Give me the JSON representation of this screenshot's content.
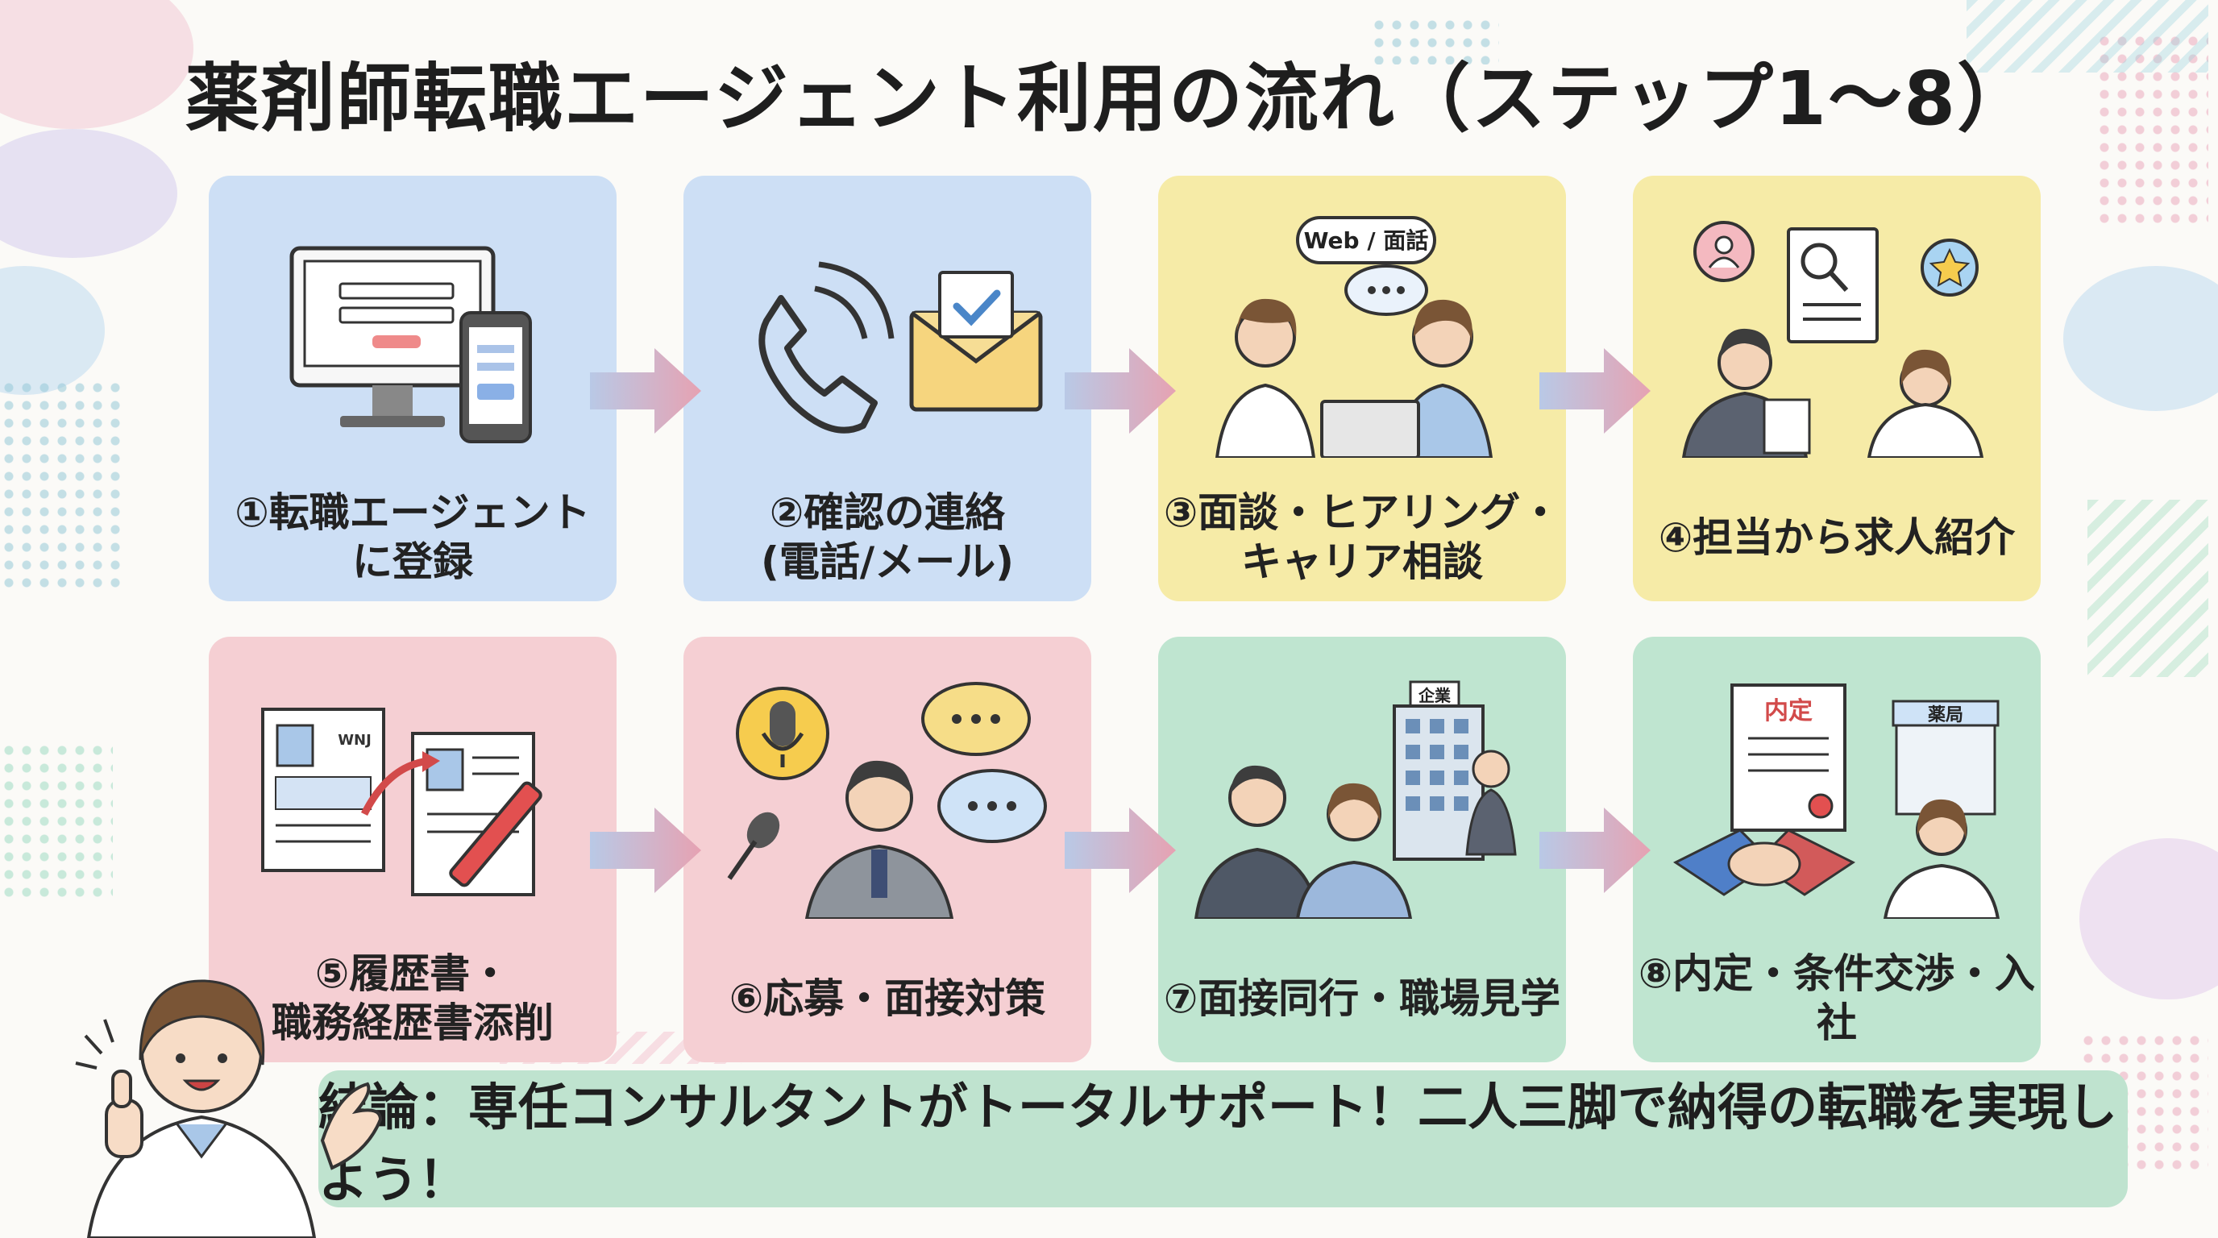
{
  "title": "薬剤師転職エージェント利用の流れ（ステップ1〜8）",
  "steps": [
    {
      "line1": "①転職エージェント",
      "line2": "に登録"
    },
    {
      "line1": "②確認の連絡",
      "line2": "(電話/メール)"
    },
    {
      "line1": "③面談・ヒアリング・",
      "line2": "キャリア相談"
    },
    {
      "line1": "④担当から求人紹介",
      "line2": ""
    },
    {
      "line1": "⑤履歴書・",
      "line2": "職務経歴書添削"
    },
    {
      "line1": "⑥応募・面接対策",
      "line2": ""
    },
    {
      "line1": "⑦面接同行・職場見学",
      "line2": ""
    },
    {
      "line1": "⑧内定・条件交渉・入社",
      "line2": ""
    }
  ],
  "illustration_text": {
    "web_bubble": "Web / 面話",
    "company_sign": "企業",
    "offer_doc": "内定",
    "pharmacy_sign": "薬局",
    "resume_mark": "WNJ"
  },
  "conclusion": "結論：専任コンサルタントがトータルサポート！二人三脚で納得の転職を実現しよう！",
  "colors": {
    "blue": "#cddff5",
    "yellow": "#f6eba7",
    "pink": "#f5cfd3",
    "green": "#bfe5d0",
    "arrow": "#e4a7b4"
  }
}
